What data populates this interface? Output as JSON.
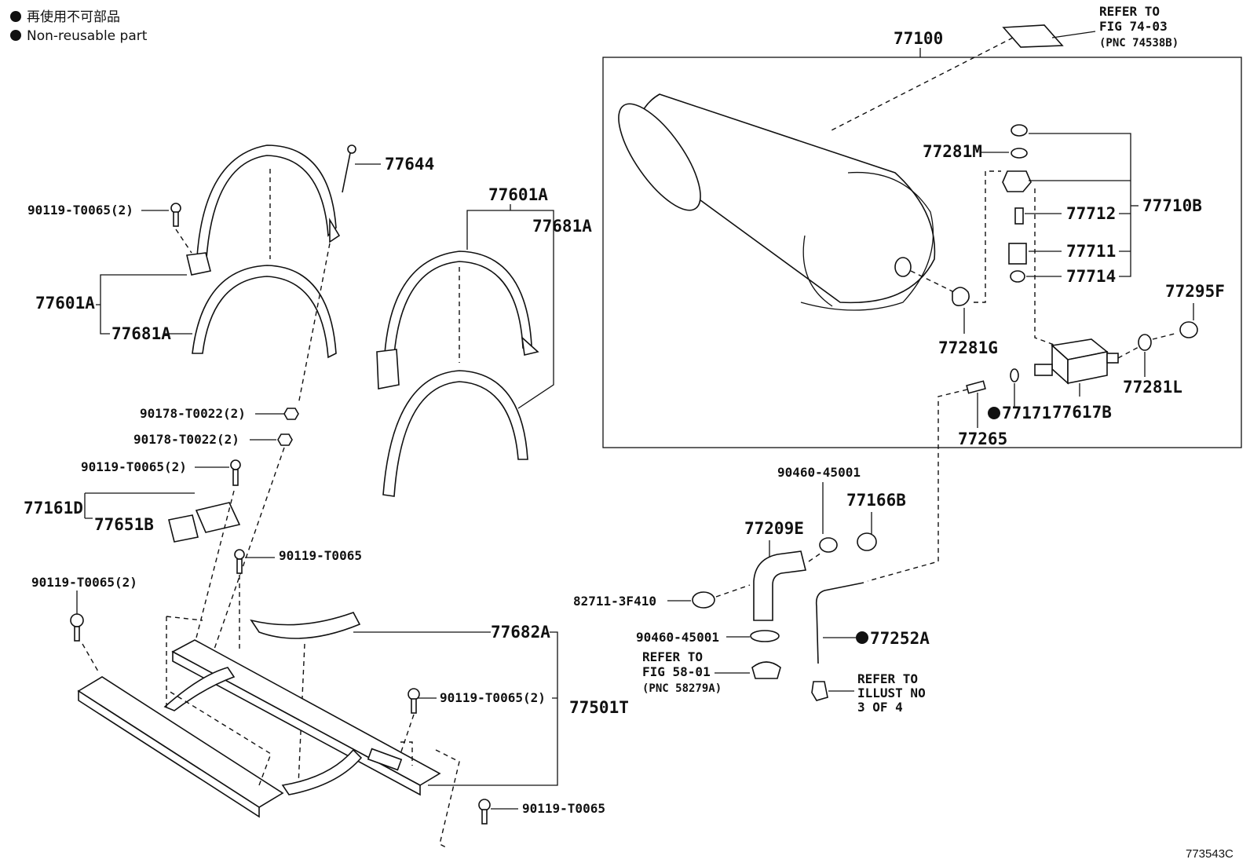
{
  "legend": {
    "jp": "再使用不可部品",
    "en": "Non-reusable part"
  },
  "figure_id": "773543C",
  "labels": {
    "p77100": "77100",
    "refer_74_l1": "REFER TO",
    "refer_74_l2": "FIG 74-03",
    "refer_74_l3": "(PNC 74538B)",
    "p77281M": "77281M",
    "p77710B": "77710B",
    "p77712": "77712",
    "p77711": "77711",
    "p77714": "77714",
    "p77295F": "77295F",
    "p77281G": "77281G",
    "p77281L": "77281L",
    "p77617B": "77617B",
    "p77171": "77171",
    "p77265": "77265",
    "p77644": "77644",
    "p90119_a": "90119-T0065(2)",
    "p77601A_left": "77601A",
    "p77681A_left": "77681A",
    "p77601A_right": "77601A",
    "p77681A_right": "77681A",
    "p90178_a": "90178-T0022(2)",
    "p90178_b": "90178-T0022(2)",
    "p90119_b": "90119-T0065(2)",
    "p77161D": "77161D",
    "p77651B": "77651B",
    "p90119_c": "90119-T0065",
    "p90119_d": "90119-T0065(2)",
    "p77682A": "77682A",
    "p90119_e": "90119-T0065(2)",
    "p77501T": "77501T",
    "p90119_f": "90119-T0065",
    "p90460_a": "90460-45001",
    "p77166B": "77166B",
    "p77209E": "77209E",
    "p82711": "82711-3F410",
    "p90460_b": "90460-45001",
    "refer_58_l1": "REFER TO",
    "refer_58_l2": "FIG 58-01",
    "refer_58_l3": "(PNC 58279A)",
    "p77252A": "77252A",
    "refer_ill_l1": "REFER TO",
    "refer_ill_l2": "ILLUST NO",
    "refer_ill_l3": "3 OF 4"
  }
}
